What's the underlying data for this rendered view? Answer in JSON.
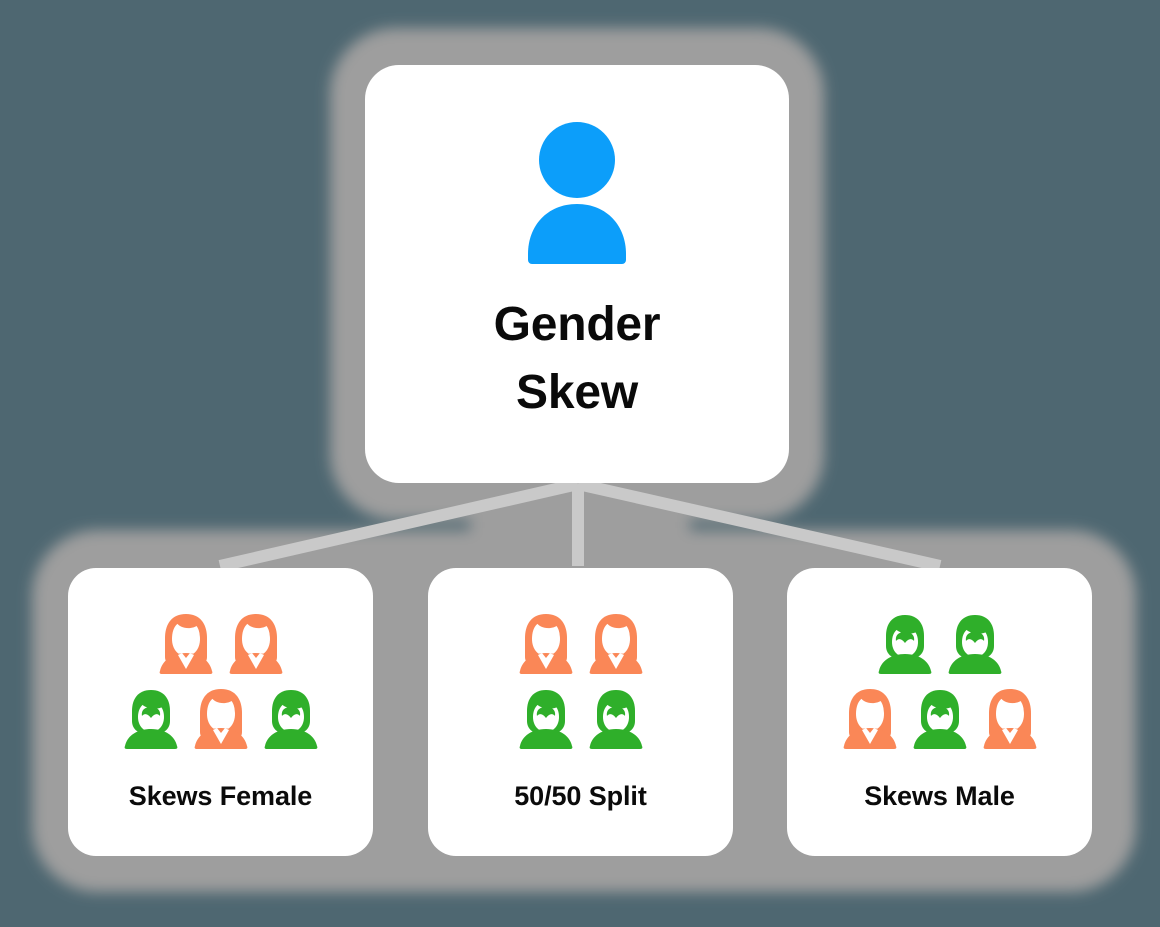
{
  "background_color": "#4e6771",
  "halo_color": "#9e9e9e",
  "card_color": "#ffffff",
  "connector_color": "#c9c9c9",
  "palette": {
    "blue": "#0c9efa",
    "female_orange": "#fa8757",
    "male_green": "#2faf2a",
    "text": "#0a0a0a"
  },
  "diagram": {
    "type": "hierarchy",
    "root": {
      "title_line1": "Gender",
      "title_line2": "Skew",
      "icon": "person-icon",
      "icon_color": "#0c9efa"
    },
    "children": [
      {
        "id": "skews-female",
        "label": "Skews Female",
        "female_count": 3,
        "male_count": 2,
        "rows": [
          [
            "female",
            "female"
          ],
          [
            "male",
            "female",
            "male"
          ]
        ]
      },
      {
        "id": "fifty-fifty",
        "label": "50/50 Split",
        "female_count": 2,
        "male_count": 2,
        "rows": [
          [
            "female",
            "female"
          ],
          [
            "male",
            "male"
          ]
        ]
      },
      {
        "id": "skews-male",
        "label": "Skews Male",
        "female_count": 2,
        "male_count": 3,
        "rows": [
          [
            "male",
            "male"
          ],
          [
            "female",
            "male",
            "female"
          ]
        ]
      }
    ],
    "connectors": [
      {
        "from": "root",
        "to": "skews-female"
      },
      {
        "from": "root",
        "to": "fifty-fifty"
      },
      {
        "from": "root",
        "to": "skews-male"
      }
    ]
  }
}
